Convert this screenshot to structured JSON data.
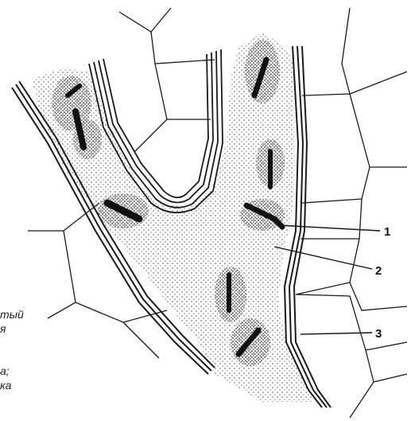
{
  "labels": [
    {
      "id": "1",
      "text": "1"
    },
    {
      "id": "2",
      "text": "2"
    },
    {
      "id": "3",
      "text": "3"
    }
  ],
  "caption_fragments": [
    "тый",
    "я",
    "а;",
    "ка"
  ],
  "colors": {
    "ink": "#1a1a1a",
    "stipple": "#2a2a2a",
    "background": "#ffffff"
  }
}
